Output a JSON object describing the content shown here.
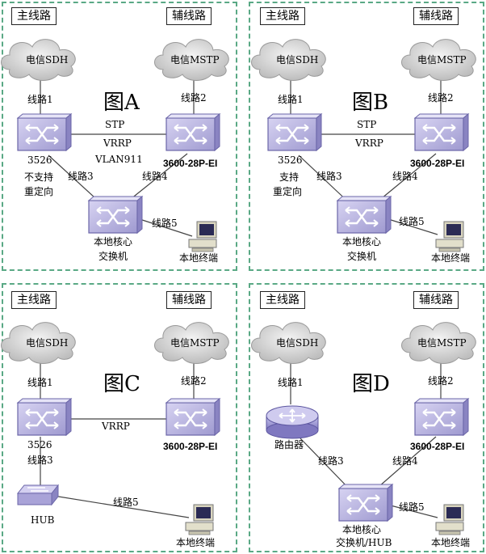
{
  "panels": {
    "A": {
      "main_line": "主线路",
      "aux_line": "辅线路",
      "cloud_left": "电信SDH",
      "cloud_right": "电信MSTP",
      "fig": "图A",
      "line1": "线路1",
      "line2": "线路2",
      "line3": "线路3",
      "line4": "线路4",
      "line5": "线路5",
      "mid1": "STP",
      "mid2": "VRRP",
      "mid3": "VLAN911",
      "left_dev": "3526",
      "left_note1": "不支持",
      "left_note2": "重定向",
      "right_dev": "3600-28P-EI",
      "core1": "本地核心",
      "core2": "交换机",
      "terminal": "本地终端"
    },
    "B": {
      "main_line": "主线路",
      "aux_line": "辅线路",
      "cloud_left": "电信SDH",
      "cloud_right": "电信MSTP",
      "fig": "图B",
      "line1": "线路1",
      "line2": "线路2",
      "line3": "线路3",
      "line4": "线路4",
      "line5": "线路5",
      "mid1": "STP",
      "mid2": "VRRP",
      "left_dev": "3526",
      "left_note1": "支持",
      "left_note2": "重定向",
      "right_dev": "3600-28P-EI",
      "core1": "本地核心",
      "core2": "交换机",
      "terminal": "本地终端"
    },
    "C": {
      "main_line": "主线路",
      "aux_line": "辅线路",
      "cloud_left": "电信SDH",
      "cloud_right": "电信MSTP",
      "fig": "图C",
      "line1": "线路1",
      "line2": "线路2",
      "line3": "线路3",
      "line5": "线路5",
      "mid2": "VRRP",
      "left_dev": "3526",
      "right_dev": "3600-28P-EI",
      "hub": "HUB",
      "terminal": "本地终端"
    },
    "D": {
      "main_line": "主线路",
      "aux_line": "辅线路",
      "cloud_left": "电信SDH",
      "cloud_right": "电信MSTP",
      "fig": "图D",
      "line1": "线路1",
      "line2": "线路2",
      "line3": "线路3",
      "line4": "线路4",
      "line5": "线路5",
      "router": "路由器",
      "right_dev": "3600-28P-EI",
      "core1": "本地核心",
      "core2": "交换机/HUB",
      "terminal": "本地终端"
    }
  }
}
